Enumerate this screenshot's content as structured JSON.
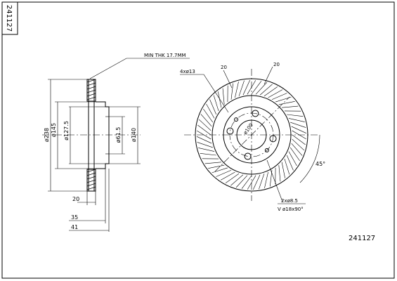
{
  "part_number_top": "241127",
  "part_number_bottom": "241127",
  "side_view": {
    "min_thickness_label": "MIN THK 17.7MM",
    "dim_outer_diameter": "ø238",
    "dim_hat_outer": "ø145",
    "dim_hat_inner": "ø127.5",
    "dim_center_bore": "ø61.5",
    "dim_bolt_circle": "ø140",
    "dim_thickness": "20",
    "dim_height_35": "35",
    "dim_height_41": "41"
  },
  "front_view": {
    "holes_label": "4xø13",
    "dim_20_left": "20",
    "dim_20_right": "20",
    "pcd_label": "ø100",
    "angle_label": "45°",
    "secondary_holes_label": "2xø8.5",
    "countersink_label": "V ø18x90°"
  }
}
